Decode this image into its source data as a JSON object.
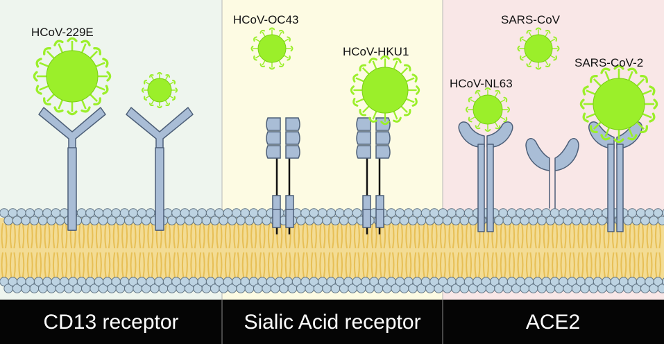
{
  "colors": {
    "panel_cd13": "#eef5ee",
    "panel_sialic": "#fdfbe3",
    "panel_ace2": "#f9e7e7",
    "virus": "#9bef2a",
    "virus_stroke": "#79cf14",
    "receptor": "#a9bdd6",
    "receptor_stroke": "#4d5f78",
    "lipid_head": "#bdd3e2",
    "lipid_tail": "#e7bf55",
    "label_bar": "#050505"
  },
  "panels": [
    {
      "label": "CD13 receptor"
    },
    {
      "label": "Sialic Acid receptor"
    },
    {
      "label": "ACE2"
    }
  ],
  "viruses": {
    "hcov_229e": "HCoV-229E",
    "hcov_oc43": "HCoV-OC43",
    "hcov_hku1": "HCoV-HKU1",
    "sars_cov": "SARS-CoV",
    "hcov_nl63": "HCoV-NL63",
    "sars_cov_2": "SARS-CoV-2"
  }
}
